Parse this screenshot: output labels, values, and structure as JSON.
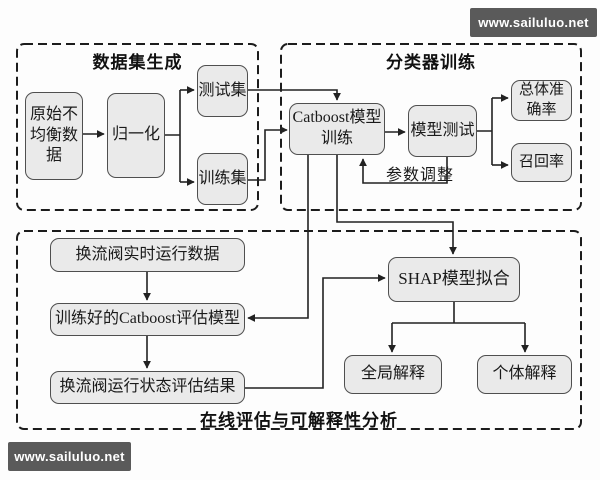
{
  "watermarks": {
    "top_right": "www.sailuluo.net",
    "bottom_left": "www.sailuluo.net"
  },
  "sections": {
    "dataset_generation": {
      "title": "数据集生成"
    },
    "classifier_training": {
      "title": "分类器训练"
    },
    "online_evaluation": {
      "title": "在线评估与可解释性分析"
    }
  },
  "nodes": {
    "raw_imbalanced_data": {
      "label": "原始不\n均衡数\n据"
    },
    "normalization": {
      "label": "归一化"
    },
    "test_set": {
      "label": "测试集"
    },
    "training_set": {
      "label": "训练集"
    },
    "catboost_training": {
      "label": "Catboost模型\n训练"
    },
    "model_testing": {
      "label": "模型测试"
    },
    "overall_accuracy": {
      "label": "总体准\n确率"
    },
    "recall_rate": {
      "label": "召回率"
    },
    "realtime_data": {
      "label": "换流阀实时运行数据"
    },
    "trained_model": {
      "label": "训练好的Catboost评估模型"
    },
    "evaluation_result": {
      "label": "换流阀运行状态评估结果"
    },
    "shap_fitting": {
      "label": "SHAP模型拟合"
    },
    "global_interpretation": {
      "label": "全局解释"
    },
    "individual_interpretation": {
      "label": "个体解释"
    }
  },
  "edge_labels": {
    "parameter_tuning": "参数调整"
  },
  "colors": {
    "node_fill": "#eaeaea",
    "node_border": "#4f4f4f",
    "line": "#222222",
    "dashed_border": "#1c1c1c",
    "watermark_bg": "#5a5a5a",
    "watermark_text": "#ffffff"
  }
}
